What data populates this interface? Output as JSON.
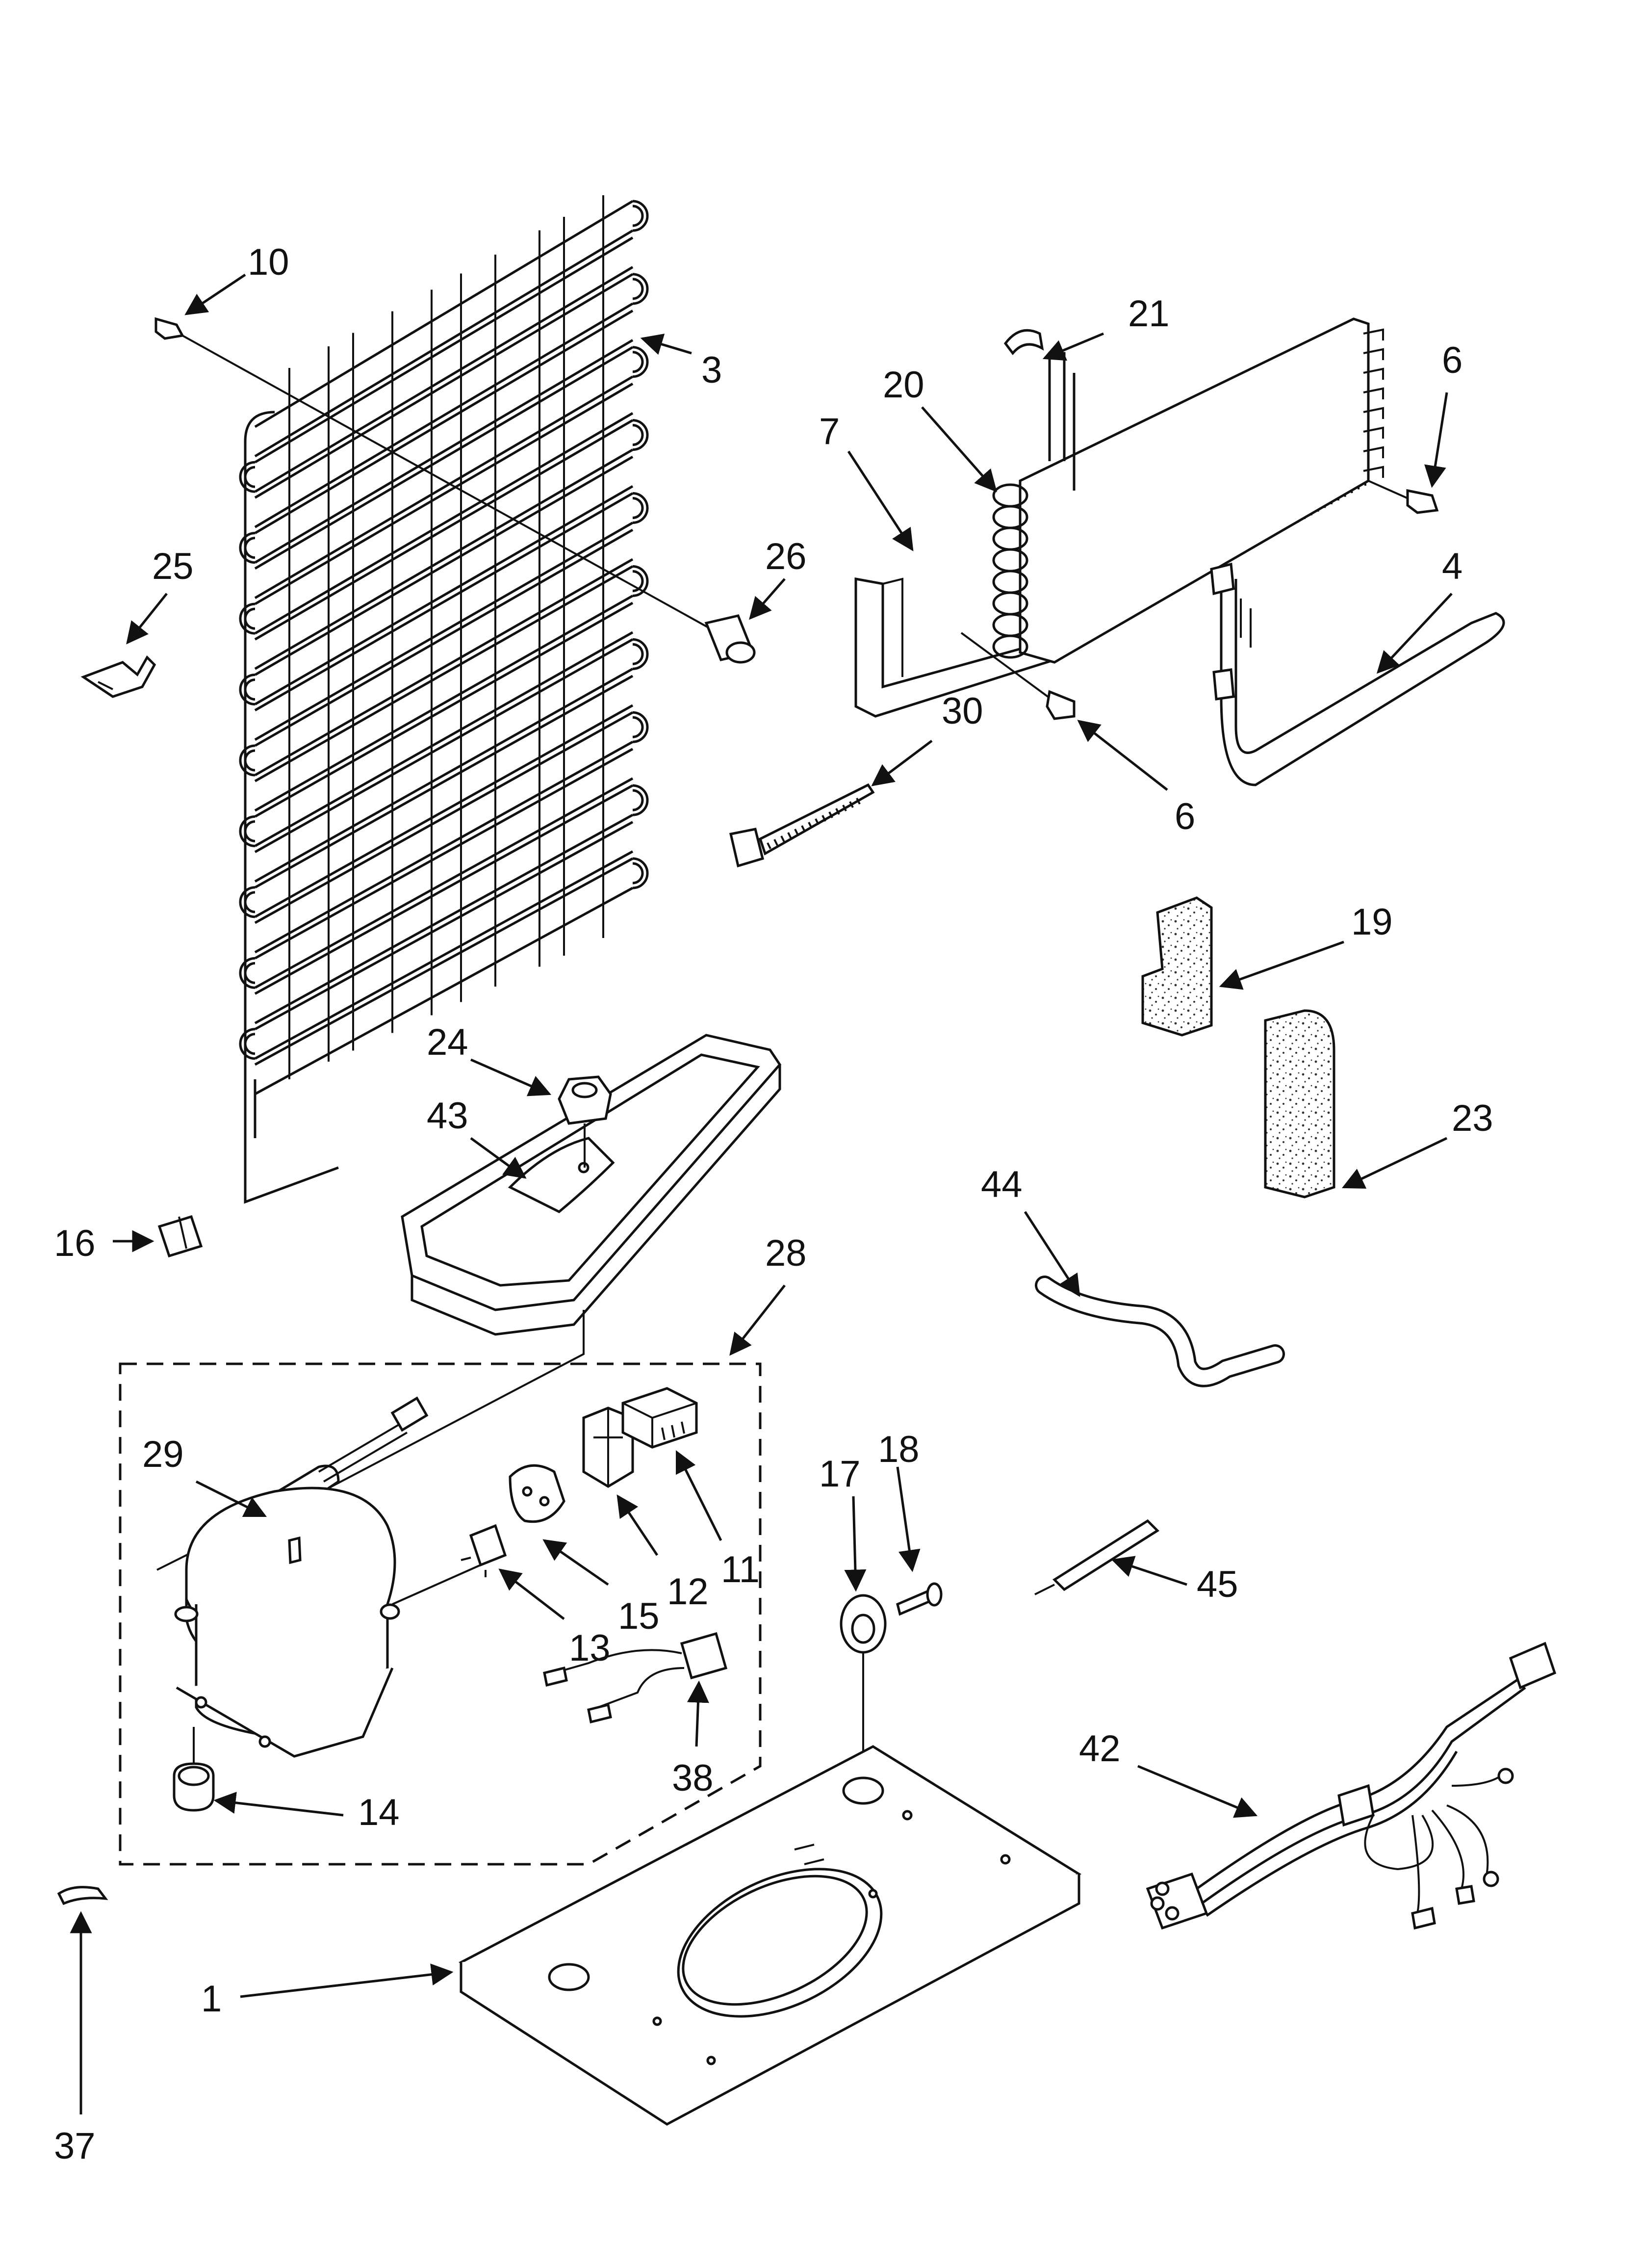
{
  "callouts": {
    "p10": "10",
    "p3": "3",
    "p21": "21",
    "p20": "20",
    "p6a": "6",
    "p7": "7",
    "p25": "25",
    "p26": "26",
    "p4": "4",
    "p30": "30",
    "p6b": "6",
    "p19": "19",
    "p24": "24",
    "p43": "43",
    "p23": "23",
    "p16": "16",
    "p28": "28",
    "p44": "44",
    "p29": "29",
    "p17": "17",
    "p18": "18",
    "p15": "15",
    "p12": "12",
    "p11": "11",
    "p13": "13",
    "p45": "45",
    "p42": "42",
    "p38": "38",
    "p14": "14",
    "p1": "1",
    "p37": "37"
  }
}
